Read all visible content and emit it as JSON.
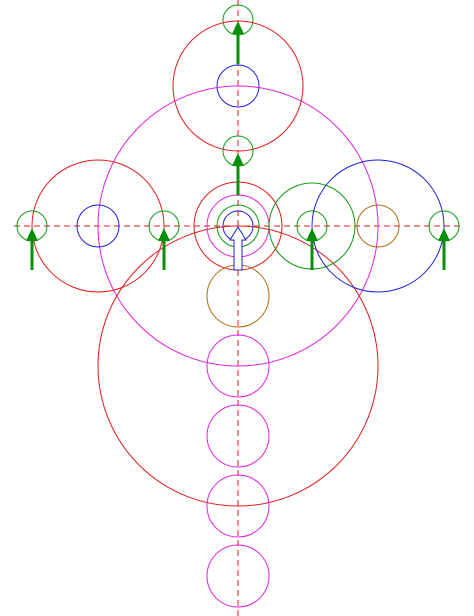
{
  "diagram": {
    "colors": {
      "background": "#ffffff",
      "red": "#e31a1c",
      "blue": "#1f1fd6",
      "green": "#0e9a0e",
      "magenta": "#e020e0",
      "brown": "#b06a10",
      "arrow_green": "#0a8f0a",
      "arrow_blue": "#2020c0"
    },
    "elements": {
      "guide_lines": [
        "horizontal-center-line",
        "vertical-center-line"
      ],
      "circles": [
        {
          "name": "circle-top-small-green",
          "color": "green"
        },
        {
          "name": "circle-top-large-red",
          "color": "red"
        },
        {
          "name": "circle-top-blue",
          "color": "blue"
        },
        {
          "name": "circle-mid-small-green",
          "color": "green"
        },
        {
          "name": "circle-large-magenta",
          "color": "magenta"
        },
        {
          "name": "circle-center-red",
          "color": "red"
        },
        {
          "name": "circle-center-magenta",
          "color": "magenta"
        },
        {
          "name": "circle-center-green",
          "color": "green"
        },
        {
          "name": "circle-center-blue",
          "color": "blue"
        },
        {
          "name": "circle-left-red",
          "color": "red"
        },
        {
          "name": "circle-left-blue",
          "color": "blue"
        },
        {
          "name": "circle-left-small-green",
          "color": "green"
        },
        {
          "name": "circle-left-inner-green",
          "color": "green"
        },
        {
          "name": "circle-right-green",
          "color": "green"
        },
        {
          "name": "circle-right-inner-green",
          "color": "green"
        },
        {
          "name": "circle-right-blue",
          "color": "blue"
        },
        {
          "name": "circle-right-brown",
          "color": "brown"
        },
        {
          "name": "circle-right-small-green",
          "color": "green"
        },
        {
          "name": "circle-bottom-large-red",
          "color": "red"
        },
        {
          "name": "circle-brown-below-center",
          "color": "brown"
        },
        {
          "name": "circle-magenta-1",
          "color": "magenta"
        },
        {
          "name": "circle-magenta-2",
          "color": "magenta"
        },
        {
          "name": "circle-magenta-3",
          "color": "magenta"
        },
        {
          "name": "circle-magenta-4",
          "color": "magenta"
        }
      ],
      "arrows": [
        {
          "name": "arrow-top",
          "color": "arrow_green"
        },
        {
          "name": "arrow-mid",
          "color": "arrow_green"
        },
        {
          "name": "arrow-left-outer",
          "color": "arrow_green"
        },
        {
          "name": "arrow-left-inner",
          "color": "arrow_green"
        },
        {
          "name": "arrow-right-inner",
          "color": "arrow_green"
        },
        {
          "name": "arrow-right-outer",
          "color": "arrow_green"
        },
        {
          "name": "arrow-center-blue",
          "color": "arrow_blue"
        }
      ]
    }
  }
}
